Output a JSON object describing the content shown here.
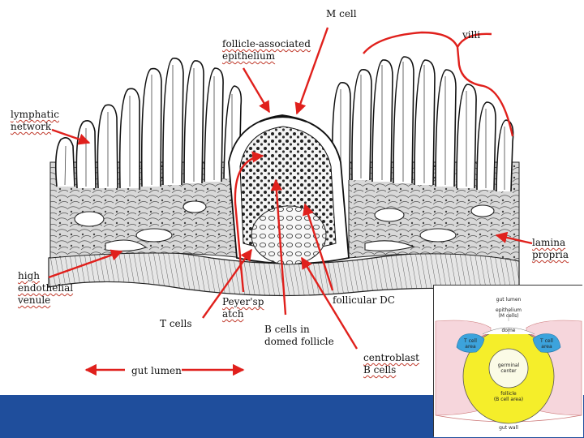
{
  "labels": {
    "m_cell": "M cell",
    "villi": "villi",
    "follicle_associated_epithelium": "follicle-associated\nepithelium",
    "lymphatic_network": "lymphatic\nnetwork",
    "lamina_propria": "lamina\npropria",
    "high_endothelial_venule": "high\nendothelial\nvenule",
    "peyers_patch": "Peyer'sp\natch",
    "follicular_dc": "follicular DC",
    "t_cells": "T cells",
    "b_cells_domed_follicle": "B cells in\ndomed follicle",
    "centroblast_b_cells": "centroblast\nB cells",
    "gut_lumen": "gut lumen"
  },
  "inset": {
    "gut_lumen": "gut lumen",
    "epithelium": "epithelium\n(M cells)",
    "dome": "dome",
    "t_cell_area_left": "T cell\narea",
    "t_cell_area_right": "T cell\narea",
    "germinal_center": "germinal\ncenter",
    "follicle": "follicle\n(B cell area)",
    "gut_wall": "gut wall"
  },
  "colors": {
    "arrow": "#e0201c",
    "bar": "#1f4e9c",
    "follicle_yellow": "#f5ee2a",
    "t_cell_blue": "#3ca3dc",
    "inset_pink": "#f6d6dc"
  }
}
